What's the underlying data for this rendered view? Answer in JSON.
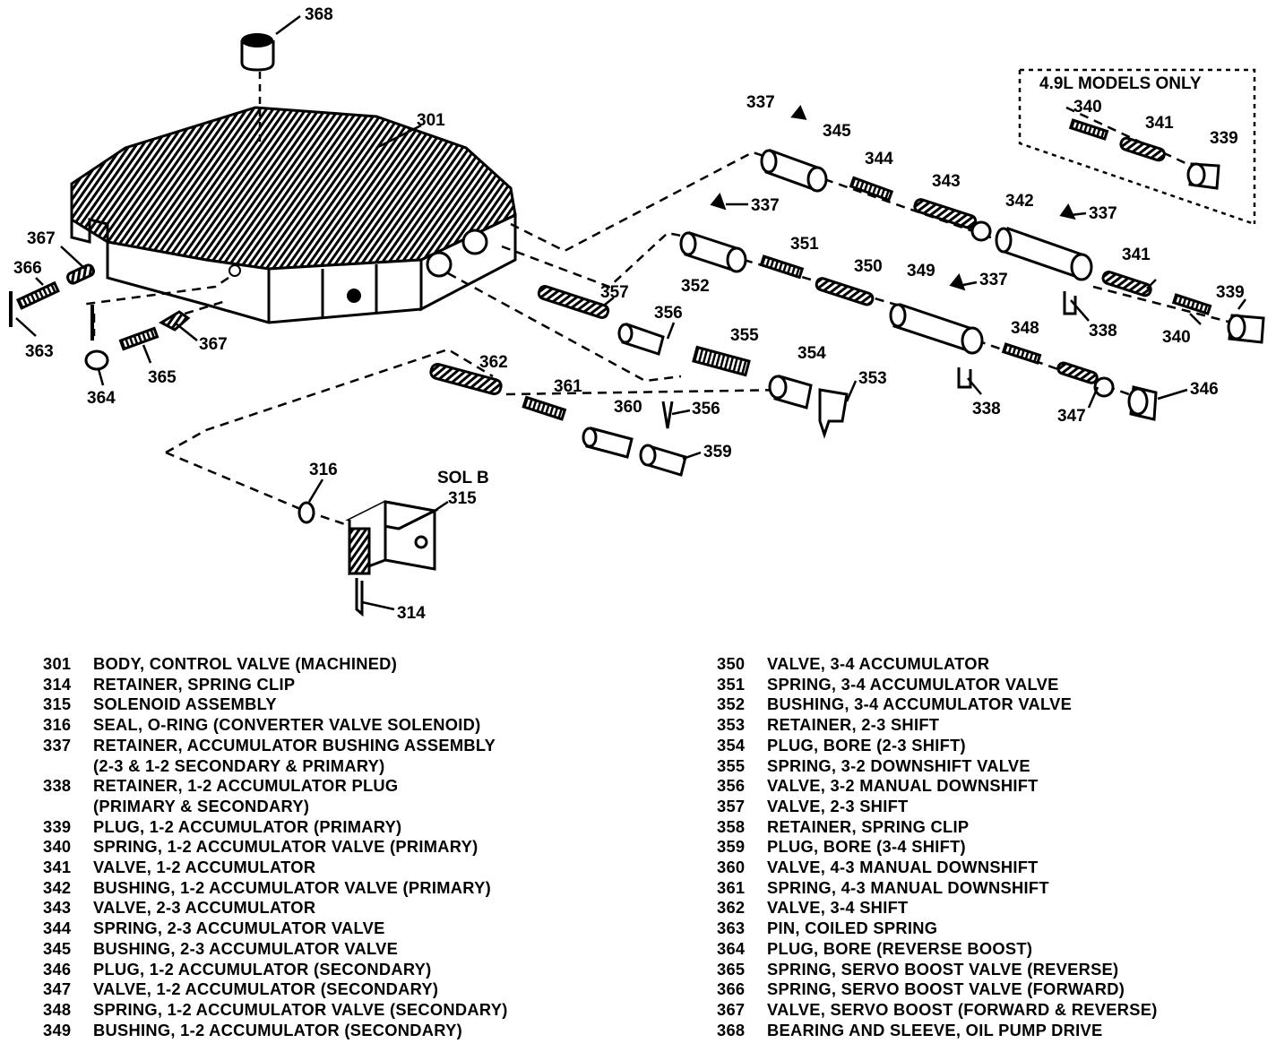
{
  "models_box": {
    "title": "4.9L MODELS ONLY"
  },
  "callouts": {
    "c368": "368",
    "c301": "301",
    "c337a": "337",
    "c345": "345",
    "c344": "344",
    "c343": "343",
    "c342": "342",
    "c337b": "337",
    "c337c": "337",
    "c337d": "337",
    "c340a": "340",
    "c341a": "341",
    "c339a": "339",
    "c351": "351",
    "c352": "352",
    "c350": "350",
    "c349": "349",
    "c341b": "341",
    "c339b": "339",
    "c338a": "338",
    "c340b": "340",
    "c357": "357",
    "c356a": "356",
    "c355": "355",
    "c354": "354",
    "c353": "353",
    "c348": "348",
    "c338b": "338",
    "c347": "347",
    "c346": "346",
    "c362": "362",
    "c361": "361",
    "c360": "360",
    "c356b": "356",
    "c359": "359",
    "c367a": "367",
    "c366": "366",
    "c363": "363",
    "c364": "364",
    "c365": "365",
    "c367b": "367",
    "c316": "316",
    "c315": "315",
    "c314": "314",
    "sol_b": "SOL B"
  },
  "legend_left": [
    {
      "num": "301",
      "text": "BODY, CONTROL VALVE (MACHINED)"
    },
    {
      "num": "314",
      "text": "RETAINER, SPRING CLIP"
    },
    {
      "num": "315",
      "text": "SOLENOID ASSEMBLY"
    },
    {
      "num": "316",
      "text": "SEAL, O-RING (CONVERTER VALVE SOLENOID)"
    },
    {
      "num": "337",
      "text": "RETAINER, ACCUMULATOR BUSHING ASSEMBLY"
    },
    {
      "num": "",
      "text": "(2-3 & 1-2 SECONDARY & PRIMARY)"
    },
    {
      "num": "338",
      "text": "RETAINER, 1-2 ACCUMULATOR PLUG"
    },
    {
      "num": "",
      "text": "(PRIMARY & SECONDARY)"
    },
    {
      "num": "339",
      "text": "PLUG, 1-2 ACCUMULATOR (PRIMARY)"
    },
    {
      "num": "340",
      "text": "SPRING, 1-2 ACCUMULATOR VALVE (PRIMARY)"
    },
    {
      "num": "341",
      "text": "VALVE, 1-2 ACCUMULATOR"
    },
    {
      "num": "342",
      "text": "BUSHING, 1-2 ACCUMULATOR VALVE (PRIMARY)"
    },
    {
      "num": "343",
      "text": "VALVE, 2-3 ACCUMULATOR"
    },
    {
      "num": "344",
      "text": "SPRING, 2-3 ACCUMULATOR VALVE"
    },
    {
      "num": "345",
      "text": "BUSHING, 2-3 ACCUMULATOR VALVE"
    },
    {
      "num": "346",
      "text": "PLUG, 1-2 ACCUMULATOR (SECONDARY)"
    },
    {
      "num": "347",
      "text": "VALVE, 1-2 ACCUMULATOR (SECONDARY)"
    },
    {
      "num": "348",
      "text": "SPRING, 1-2 ACCUMULATOR VALVE (SECONDARY)"
    },
    {
      "num": "349",
      "text": "BUSHING, 1-2 ACCUMULATOR (SECONDARY)"
    }
  ],
  "legend_right": [
    {
      "num": "350",
      "text": "VALVE, 3-4 ACCUMULATOR"
    },
    {
      "num": "351",
      "text": "SPRING, 3-4 ACCUMULATOR VALVE"
    },
    {
      "num": "352",
      "text": "BUSHING, 3-4 ACCUMULATOR VALVE"
    },
    {
      "num": "353",
      "text": "RETAINER, 2-3 SHIFT"
    },
    {
      "num": "354",
      "text": "PLUG, BORE (2-3 SHIFT)"
    },
    {
      "num": "355",
      "text": "SPRING, 3-2 DOWNSHIFT VALVE"
    },
    {
      "num": "356",
      "text": "VALVE, 3-2 MANUAL DOWNSHIFT"
    },
    {
      "num": "357",
      "text": "VALVE, 2-3 SHIFT"
    },
    {
      "num": "358",
      "text": "RETAINER, SPRING CLIP"
    },
    {
      "num": "359",
      "text": "PLUG, BORE (3-4 SHIFT)"
    },
    {
      "num": "360",
      "text": "VALVE, 4-3 MANUAL DOWNSHIFT"
    },
    {
      "num": "361",
      "text": "SPRING, 4-3 MANUAL DOWNSHIFT"
    },
    {
      "num": "362",
      "text": "VALVE, 3-4 SHIFT"
    },
    {
      "num": "363",
      "text": "PIN, COILED SPRING"
    },
    {
      "num": "364",
      "text": "PLUG, BORE (REVERSE BOOST)"
    },
    {
      "num": "365",
      "text": "SPRING, SERVO BOOST VALVE (REVERSE)"
    },
    {
      "num": "366",
      "text": "SPRING, SERVO BOOST VALVE (FORWARD)"
    },
    {
      "num": "367",
      "text": "VALVE, SERVO BOOST (FORWARD & REVERSE)"
    },
    {
      "num": "368",
      "text": "BEARING AND SLEEVE, OIL PUMP DRIVE"
    }
  ]
}
